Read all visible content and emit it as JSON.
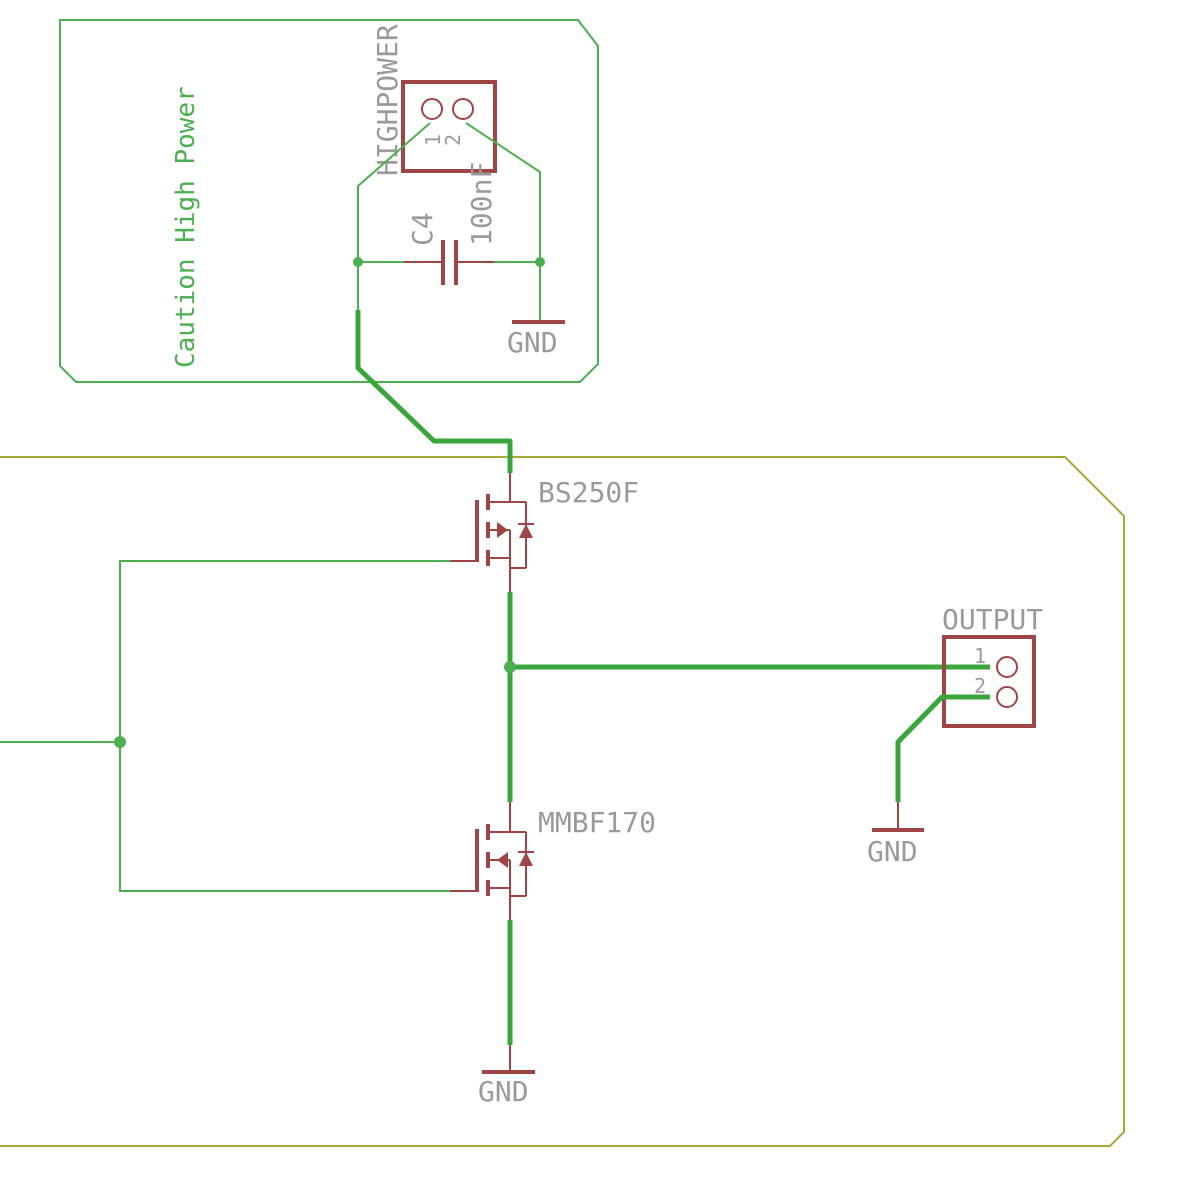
{
  "zones": {
    "caution_text": "Caution High Power"
  },
  "components": {
    "highpower": {
      "name": "HIGHPOWER",
      "pin1": "1",
      "pin2": "2"
    },
    "c4": {
      "name": "C4",
      "value": "100nF"
    },
    "q_top": {
      "name": "BS250F"
    },
    "q_bottom": {
      "name": "MMBF170"
    },
    "output": {
      "name": "OUTPUT",
      "pin1": "1",
      "pin2": "2"
    }
  },
  "grounds": {
    "gnd_cap": "GND",
    "gnd_output": "GND",
    "gnd_bottom": "GND"
  },
  "colors": {
    "wire": "#4caf50",
    "bus": "#3aa53a",
    "symbol": "#a04545",
    "label": "#9a9a9a",
    "outer_frame": "#a8a83a"
  }
}
